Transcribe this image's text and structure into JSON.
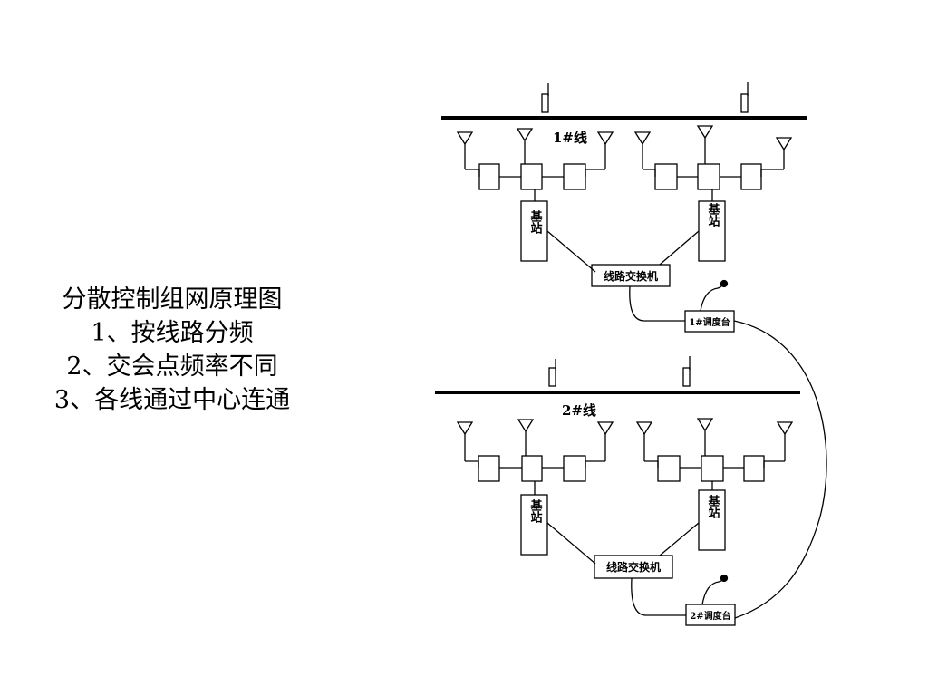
{
  "caption": {
    "title": "分散控制组网原理图",
    "line1": "1、按线路分频",
    "line2": "2、交会点频率不同",
    "line3": "3、各线通过中心连通"
  },
  "diagram": {
    "top": {
      "line_label": "1#线",
      "base_station_left": "基站",
      "base_station_right": "基站",
      "switch_label": "线路交换机",
      "dispatch_label": "1#调度台"
    },
    "bottom": {
      "line_label": "2#线",
      "base_station_left": "基站",
      "base_station_right": "基站",
      "switch_label": "线路交换机",
      "dispatch_label": "2#调度台"
    }
  }
}
